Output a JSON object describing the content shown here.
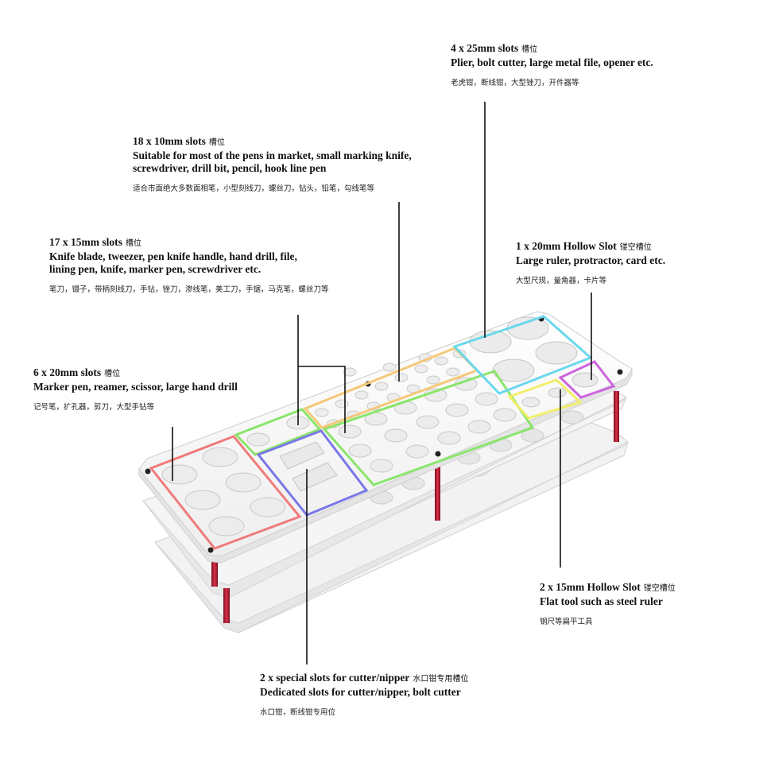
{
  "callouts": {
    "c25": {
      "title": "4 x 25mm slots",
      "title_zh": "槽位",
      "lines": [
        "Plier, bolt cutter, large metal file, opener etc."
      ],
      "zh": "老虎钳，断线钳，大型锉刀，开件器等"
    },
    "c10": {
      "title": "18 x 10mm slots",
      "title_zh": "槽位",
      "lines": [
        "Suitable for most of the pens in market, small marking knife,",
        "screwdriver, drill bit, pencil, hook line pen"
      ],
      "zh": "适合市面绝大多数面相笔，小型刻线刀，螺丝刀，钻头，铅笔，勾线笔等"
    },
    "c15": {
      "title": "17 x 15mm slots",
      "title_zh": "槽位",
      "lines": [
        "Knife blade, tweezer, pen knife handle, hand drill, file,",
        "lining pen, knife, marker pen, screwdriver etc."
      ],
      "zh": "笔刀，镊子，带柄刻线刀，手钻，锉刀，渗线笔，美工刀，手锯，马克笔，螺丝刀等"
    },
    "c20": {
      "title": "6 x 20mm slots",
      "title_zh": "槽位",
      "lines": [
        "Marker pen, reamer, scissor, large hand drill"
      ],
      "zh": "记号笔，扩孔器，剪刀，大型手钻等"
    },
    "h20": {
      "title": "1 x 20mm Hollow Slot",
      "title_zh": "镂空槽位",
      "lines": [
        "Large ruler, protractor, card etc."
      ],
      "zh": "大型尺规，量角器，卡片等"
    },
    "h15": {
      "title": "2 x 15mm Hollow Slot",
      "title_zh": "镂空槽位",
      "lines": [
        "Flat tool such as steel ruler"
      ],
      "zh": "钢尺等扁平工具"
    },
    "cut": {
      "title": "2  x special slots for cutter/nipper",
      "title_zh": "水口钳专用槽位",
      "lines": [
        "Dedicated slots for cutter/nipper, bolt cutter"
      ],
      "zh": "水口钳，断线钳专用位"
    }
  },
  "colors": {
    "slot_20mm": "#f07a7a",
    "slot_15mm": "#8ae56a",
    "slot_10mm": "#f5c878",
    "slot_25mm": "#6ad8ec",
    "cutter": "#7a78e8",
    "hollow_20mm": "#cc66dd",
    "hollow_15mm": "#f2ee6a",
    "leader": "#111111",
    "post": "#b5172e"
  }
}
